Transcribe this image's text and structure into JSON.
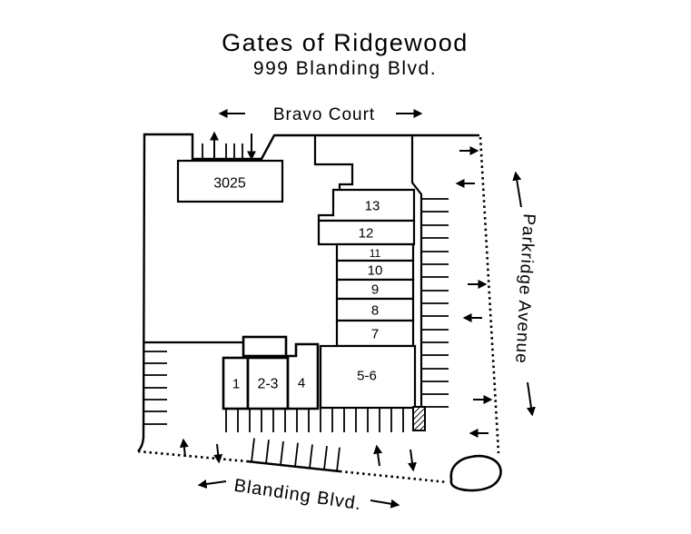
{
  "title": "Gates of Ridgewood",
  "subtitle": "999 Blanding Blvd.",
  "streets": {
    "top": "Bravo Court",
    "right": "Parkridge Avenue",
    "bottom": "Blanding Blvd."
  },
  "buildings": {
    "b3025": "3025",
    "b13": "13",
    "b12": "12",
    "b11": "11",
    "b10": "10",
    "b9": "9",
    "b8": "8",
    "b7": "7",
    "b56": "5-6",
    "b4": "4",
    "b23": "2-3",
    "b1": "1"
  },
  "colors": {
    "line": "#000000",
    "background": "#ffffff"
  }
}
